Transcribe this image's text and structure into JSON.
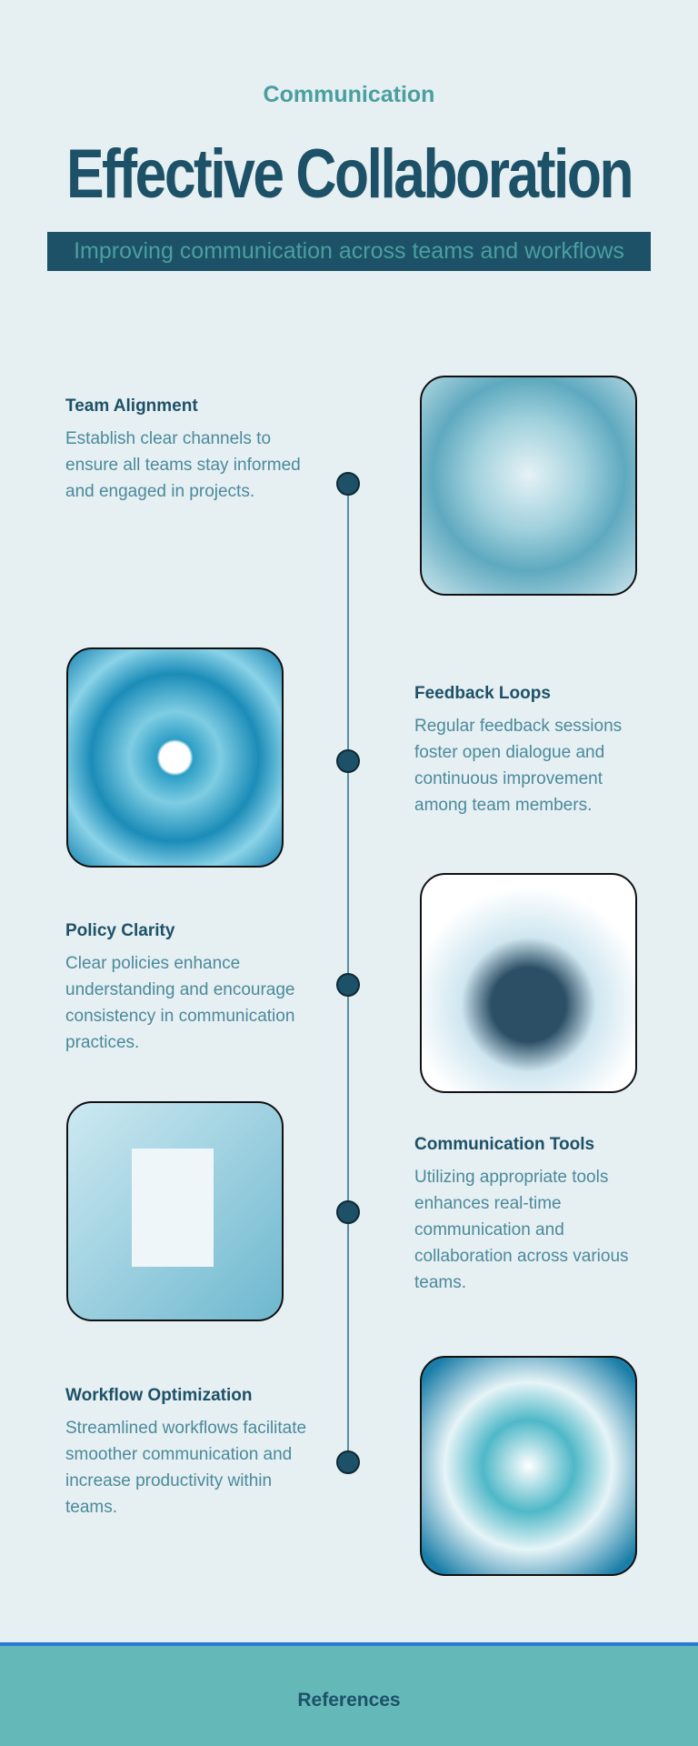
{
  "header": {
    "kicker": "Communication",
    "title": "Effective Collaboration",
    "subtitle": "Improving communication across teams and workflows"
  },
  "items": [
    {
      "title": "Team Alignment",
      "text": "Establish clear channels to ensure all teams stay informed and engaged in projects."
    },
    {
      "title": "Feedback Loops",
      "text": "Regular feedback sessions foster open dialogue and continuous improvement among team members."
    },
    {
      "title": "Policy Clarity",
      "text": "Clear policies enhance understanding and encourage consistency in communication practices."
    },
    {
      "title": "Communication Tools",
      "text": "Utilizing appropriate tools enhances real-time communication and collaboration across various teams."
    },
    {
      "title": "Workflow Optimization",
      "text": "Streamlined workflows facilitate smoother communication and increase productivity within teams."
    }
  ],
  "footer": {
    "label": "References"
  }
}
